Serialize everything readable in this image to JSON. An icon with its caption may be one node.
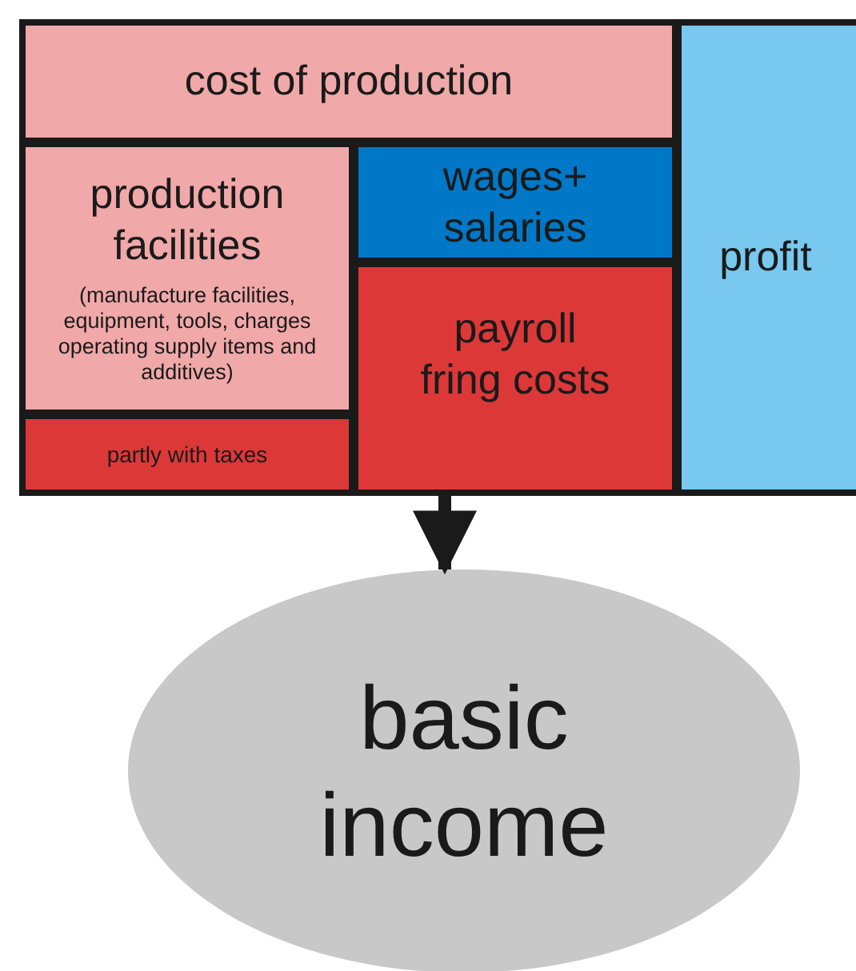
{
  "diagram": {
    "nodes": [
      {
        "text": [
          "cost of production"
        ]
      },
      {
        "text": [
          "production facilities",
          "(manufacture facilities, equipment, tools, charges operating supply items and additives)"
        ]
      },
      {
        "text": [
          "partly with taxes"
        ]
      },
      {
        "text": [
          "wages+ salaries"
        ]
      },
      {
        "text": [
          "payroll fring costs"
        ]
      },
      {
        "text": [
          "profit"
        ]
      },
      {
        "text": [
          "basic income"
        ]
      }
    ],
    "edges": [
      {
        "from": 4,
        "to": 6,
        "arrow": "to"
      }
    ]
  }
}
